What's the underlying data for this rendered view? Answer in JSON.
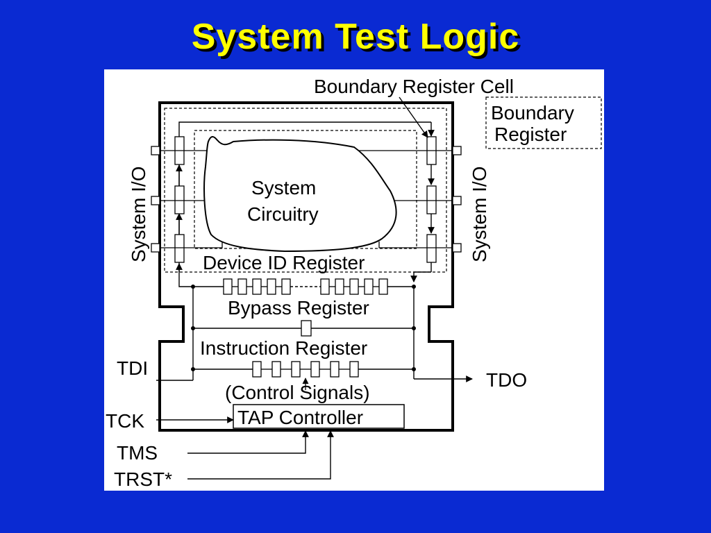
{
  "slide": {
    "title": "System Test Logic"
  },
  "colors": {
    "background": "#0a2ad2",
    "title": "#ffff00",
    "title_shadow": "#000000",
    "figure_bg": "#ffffff",
    "ink": "#000000"
  },
  "diagram": {
    "labels": {
      "boundary_register_cell": "Boundary Register Cell",
      "boundary_register_line1": "Boundary",
      "boundary_register_line2": "Register",
      "system_io_left": "System I/O",
      "system_io_right": "System I/O",
      "system_circuitry_line1": "System",
      "system_circuitry_line2": "Circuitry",
      "device_id_register": "Device ID Register",
      "bypass_register": "Bypass Register",
      "instruction_register": "Instruction Register",
      "control_signals": "(Control Signals)",
      "tap_controller": "TAP Controller",
      "tdi": "TDI",
      "tdo": "TDO",
      "tck": "TCK",
      "tms": "TMS",
      "trst": "TRST*"
    }
  }
}
